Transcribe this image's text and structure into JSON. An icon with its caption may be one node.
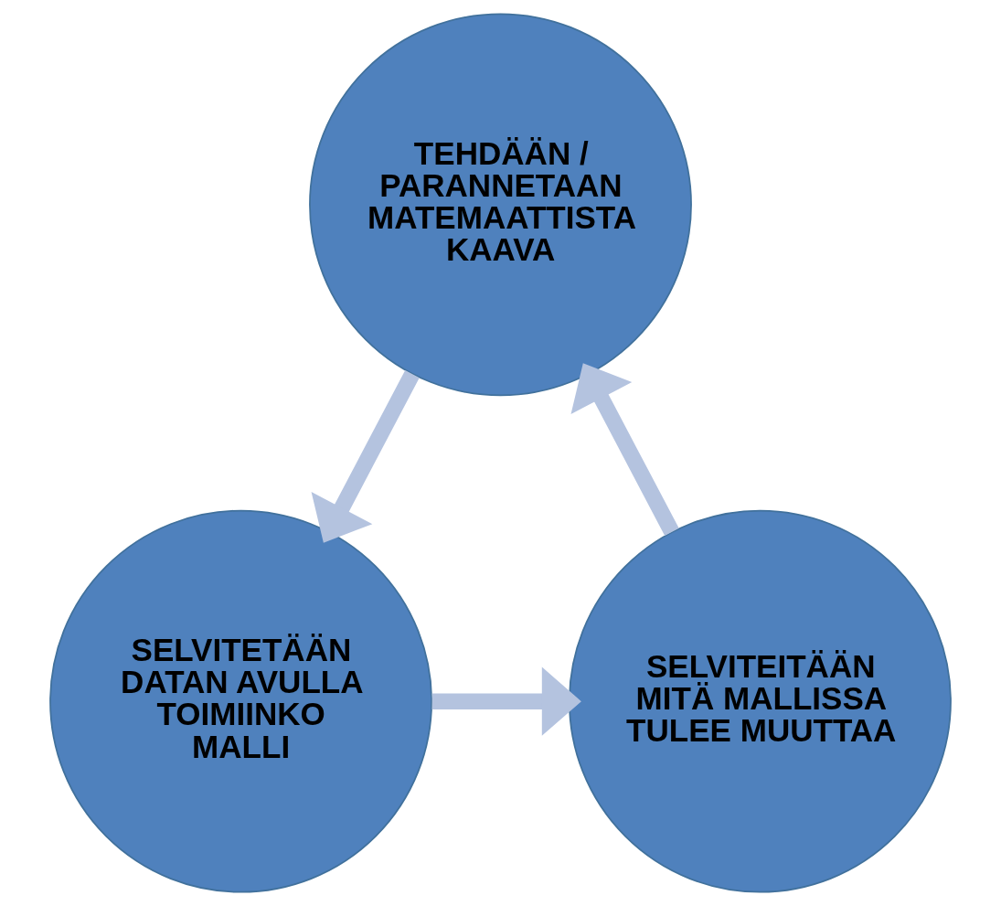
{
  "diagram": {
    "nodes": [
      {
        "text": [
          "TEHDÄÄN / PARANNETAAN MATEMAATTISTA KAAVA"
        ]
      },
      {
        "text": [
          "SELVITEITÄÄN MITÄ MALLISSA TULEE MUUTTAA"
        ]
      },
      {
        "text": [
          "SELVITETÄÄN DATAN AVULLA TOIMIINKO MALLI"
        ]
      }
    ],
    "edges": [
      {
        "from": 0,
        "to": 2,
        "arrow": "to"
      },
      {
        "from": 2,
        "to": 1,
        "arrow": "to"
      },
      {
        "from": 1,
        "to": 0,
        "arrow": "to"
      }
    ]
  }
}
